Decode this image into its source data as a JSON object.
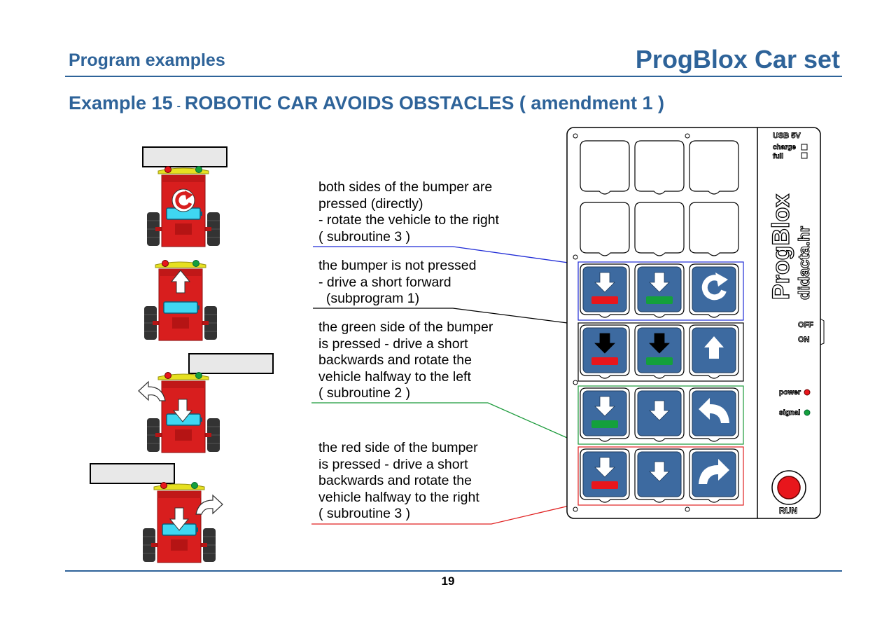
{
  "header": {
    "section": "Program examples",
    "product": "ProgBlox Car set"
  },
  "example": {
    "number": "Example 15",
    "separator": "-",
    "title": "ROBOTIC CAR AVOIDS OBSTACLES ( amendment 1 )"
  },
  "descriptions": [
    "both sides of the bumper are\npressed (directly)\n- rotate the vehicle to the right\n( subroutine 3 )",
    "the bumper is not pressed\n- drive a short forward\n  (subprogram 1)",
    "the green side of the bumper\nis pressed - drive a short\nbackwards and rotate the\nvehicle halfway to the left\n( subroutine 2 )",
    "the red side of the bumper\nis pressed - drive a short\nbackwards and rotate the\nvehicle halfway to the right\n( subroutine 3 )"
  ],
  "device": {
    "usb": "USB 5V",
    "charge": "charge",
    "full": "full",
    "brand": "ProgBlox",
    "site": "didacta.hr",
    "off": "OFF",
    "on": "ON",
    "power": "power",
    "signal": "signal",
    "run": "RUN"
  },
  "page_number": "19",
  "colors": {
    "accent": "#2e6399",
    "tile": "#3d6aa0",
    "car": "#d81e1e",
    "bumper": "#e6e020",
    "screen": "#3fd7f2",
    "red_bar": "#e8161c",
    "green_bar": "#14a03c",
    "blue_line": "#1f2bd6",
    "green_line": "#1a9a3a",
    "red_line": "#e02020"
  },
  "tile_icons": [
    [
      "arrow-down-red",
      "arrow-down-green",
      "rotate-right"
    ],
    [
      "arrow-down-black-red",
      "arrow-down-black-green",
      "arrow-up"
    ],
    [
      "arrow-down-green",
      "arrow-down",
      "turn-left"
    ],
    [
      "arrow-down-red",
      "arrow-down",
      "turn-right"
    ]
  ]
}
